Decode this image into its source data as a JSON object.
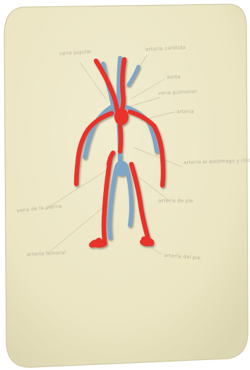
{
  "photo": {
    "subject": "circulatory-system-clay-model",
    "colors": {
      "paper": "#ece6c4",
      "paper_edge": "#d8d1ae",
      "artery_red": "#e8332c",
      "artery_dark": "#c72420",
      "vein_blue": "#7ea6c7",
      "vein_dark": "#5c86ad",
      "pencil": "#b9b29c"
    },
    "annotations": [
      {
        "id": "top-left-1",
        "text": "vena jugular"
      },
      {
        "id": "top-right-1",
        "text": "arteria carótida"
      },
      {
        "id": "right-1",
        "text": "aorta"
      },
      {
        "id": "right-2",
        "text": "vena pulmonar"
      },
      {
        "id": "right-3",
        "text": "arteria"
      },
      {
        "id": "right-4",
        "text": "arteria al estómago y riñón"
      },
      {
        "id": "right-5",
        "text": "arteria de pie"
      },
      {
        "id": "left-1",
        "text": "vena de la pierna"
      },
      {
        "id": "left-2",
        "text": "arteria femoral"
      },
      {
        "id": "bottom-right",
        "text": "arteria del pie"
      }
    ]
  }
}
